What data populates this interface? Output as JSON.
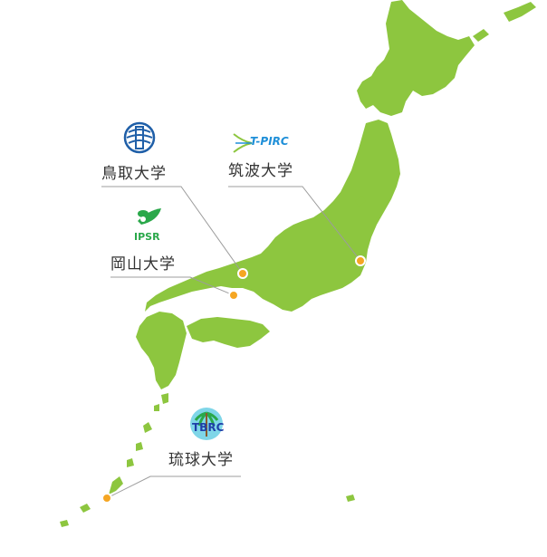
{
  "colors": {
    "land": "#8dc63f",
    "leader_line": "#9c9c9c",
    "marker": "#f5a623",
    "marker_stroke": "#ffffff",
    "label_text": "#333333"
  },
  "institutions": [
    {
      "id": "tottori",
      "name": "鳥取大学",
      "logo_icon": "arid-land-research-center-logo-icon",
      "logo_text": ""
    },
    {
      "id": "tsukuba",
      "name": "筑波大学",
      "logo_icon": "t-pirc-logo-icon",
      "logo_text": "T-PIRC"
    },
    {
      "id": "okayama",
      "name": "岡山大学",
      "logo_icon": "ipsr-logo-icon",
      "logo_text": "IPSR"
    },
    {
      "id": "ryukyu",
      "name": "琉球大学",
      "logo_icon": "tbrc-logo-icon",
      "logo_text": "TBRC"
    }
  ]
}
